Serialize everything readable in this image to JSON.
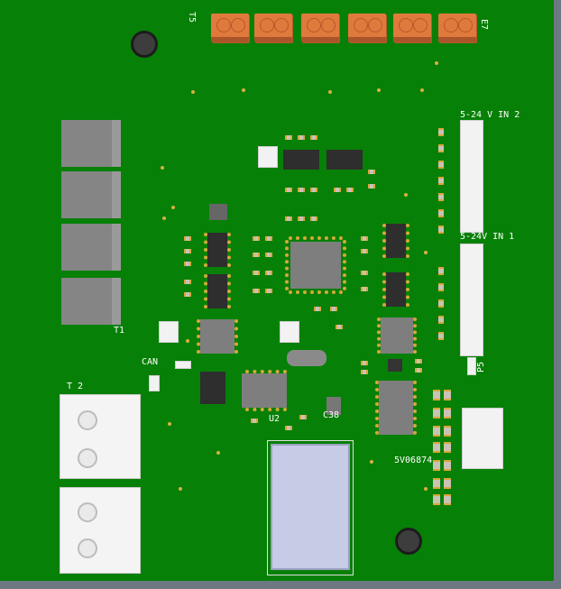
{
  "board": {
    "color": "#078007",
    "background": "#6e7882"
  },
  "labels": {
    "t5": "T5",
    "e7": "E7",
    "vin2": "5-24 V IN 2",
    "vin1": "5-24V IN 1",
    "p5": "P5",
    "can": "CAN",
    "t2": "T 2",
    "t1": "T1",
    "c38": "C38",
    "part": "5V06874",
    "u2": "U2"
  },
  "icons": [
    "mounting-hole",
    "terminal-block",
    "rj-jack",
    "ic-chip",
    "connector"
  ]
}
